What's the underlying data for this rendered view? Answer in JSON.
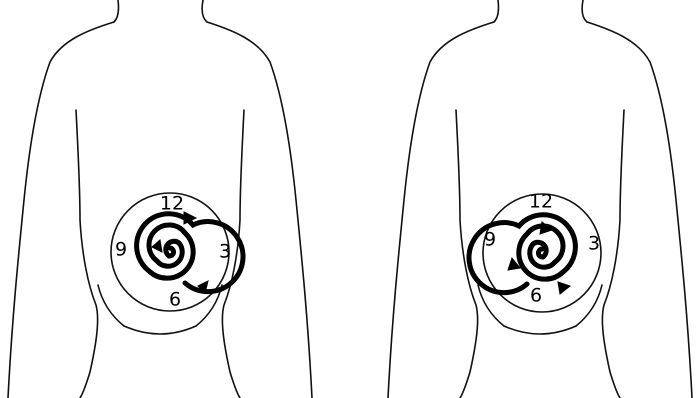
{
  "figures": [
    {
      "clock_labels": {
        "top": "12",
        "right": "3",
        "bottom": "6",
        "left": "9"
      },
      "spiral_direction": "clockwise"
    },
    {
      "clock_labels": {
        "top": "12",
        "right": "3",
        "bottom": "6",
        "left": "9"
      },
      "spiral_direction": "counterclockwise"
    }
  ]
}
